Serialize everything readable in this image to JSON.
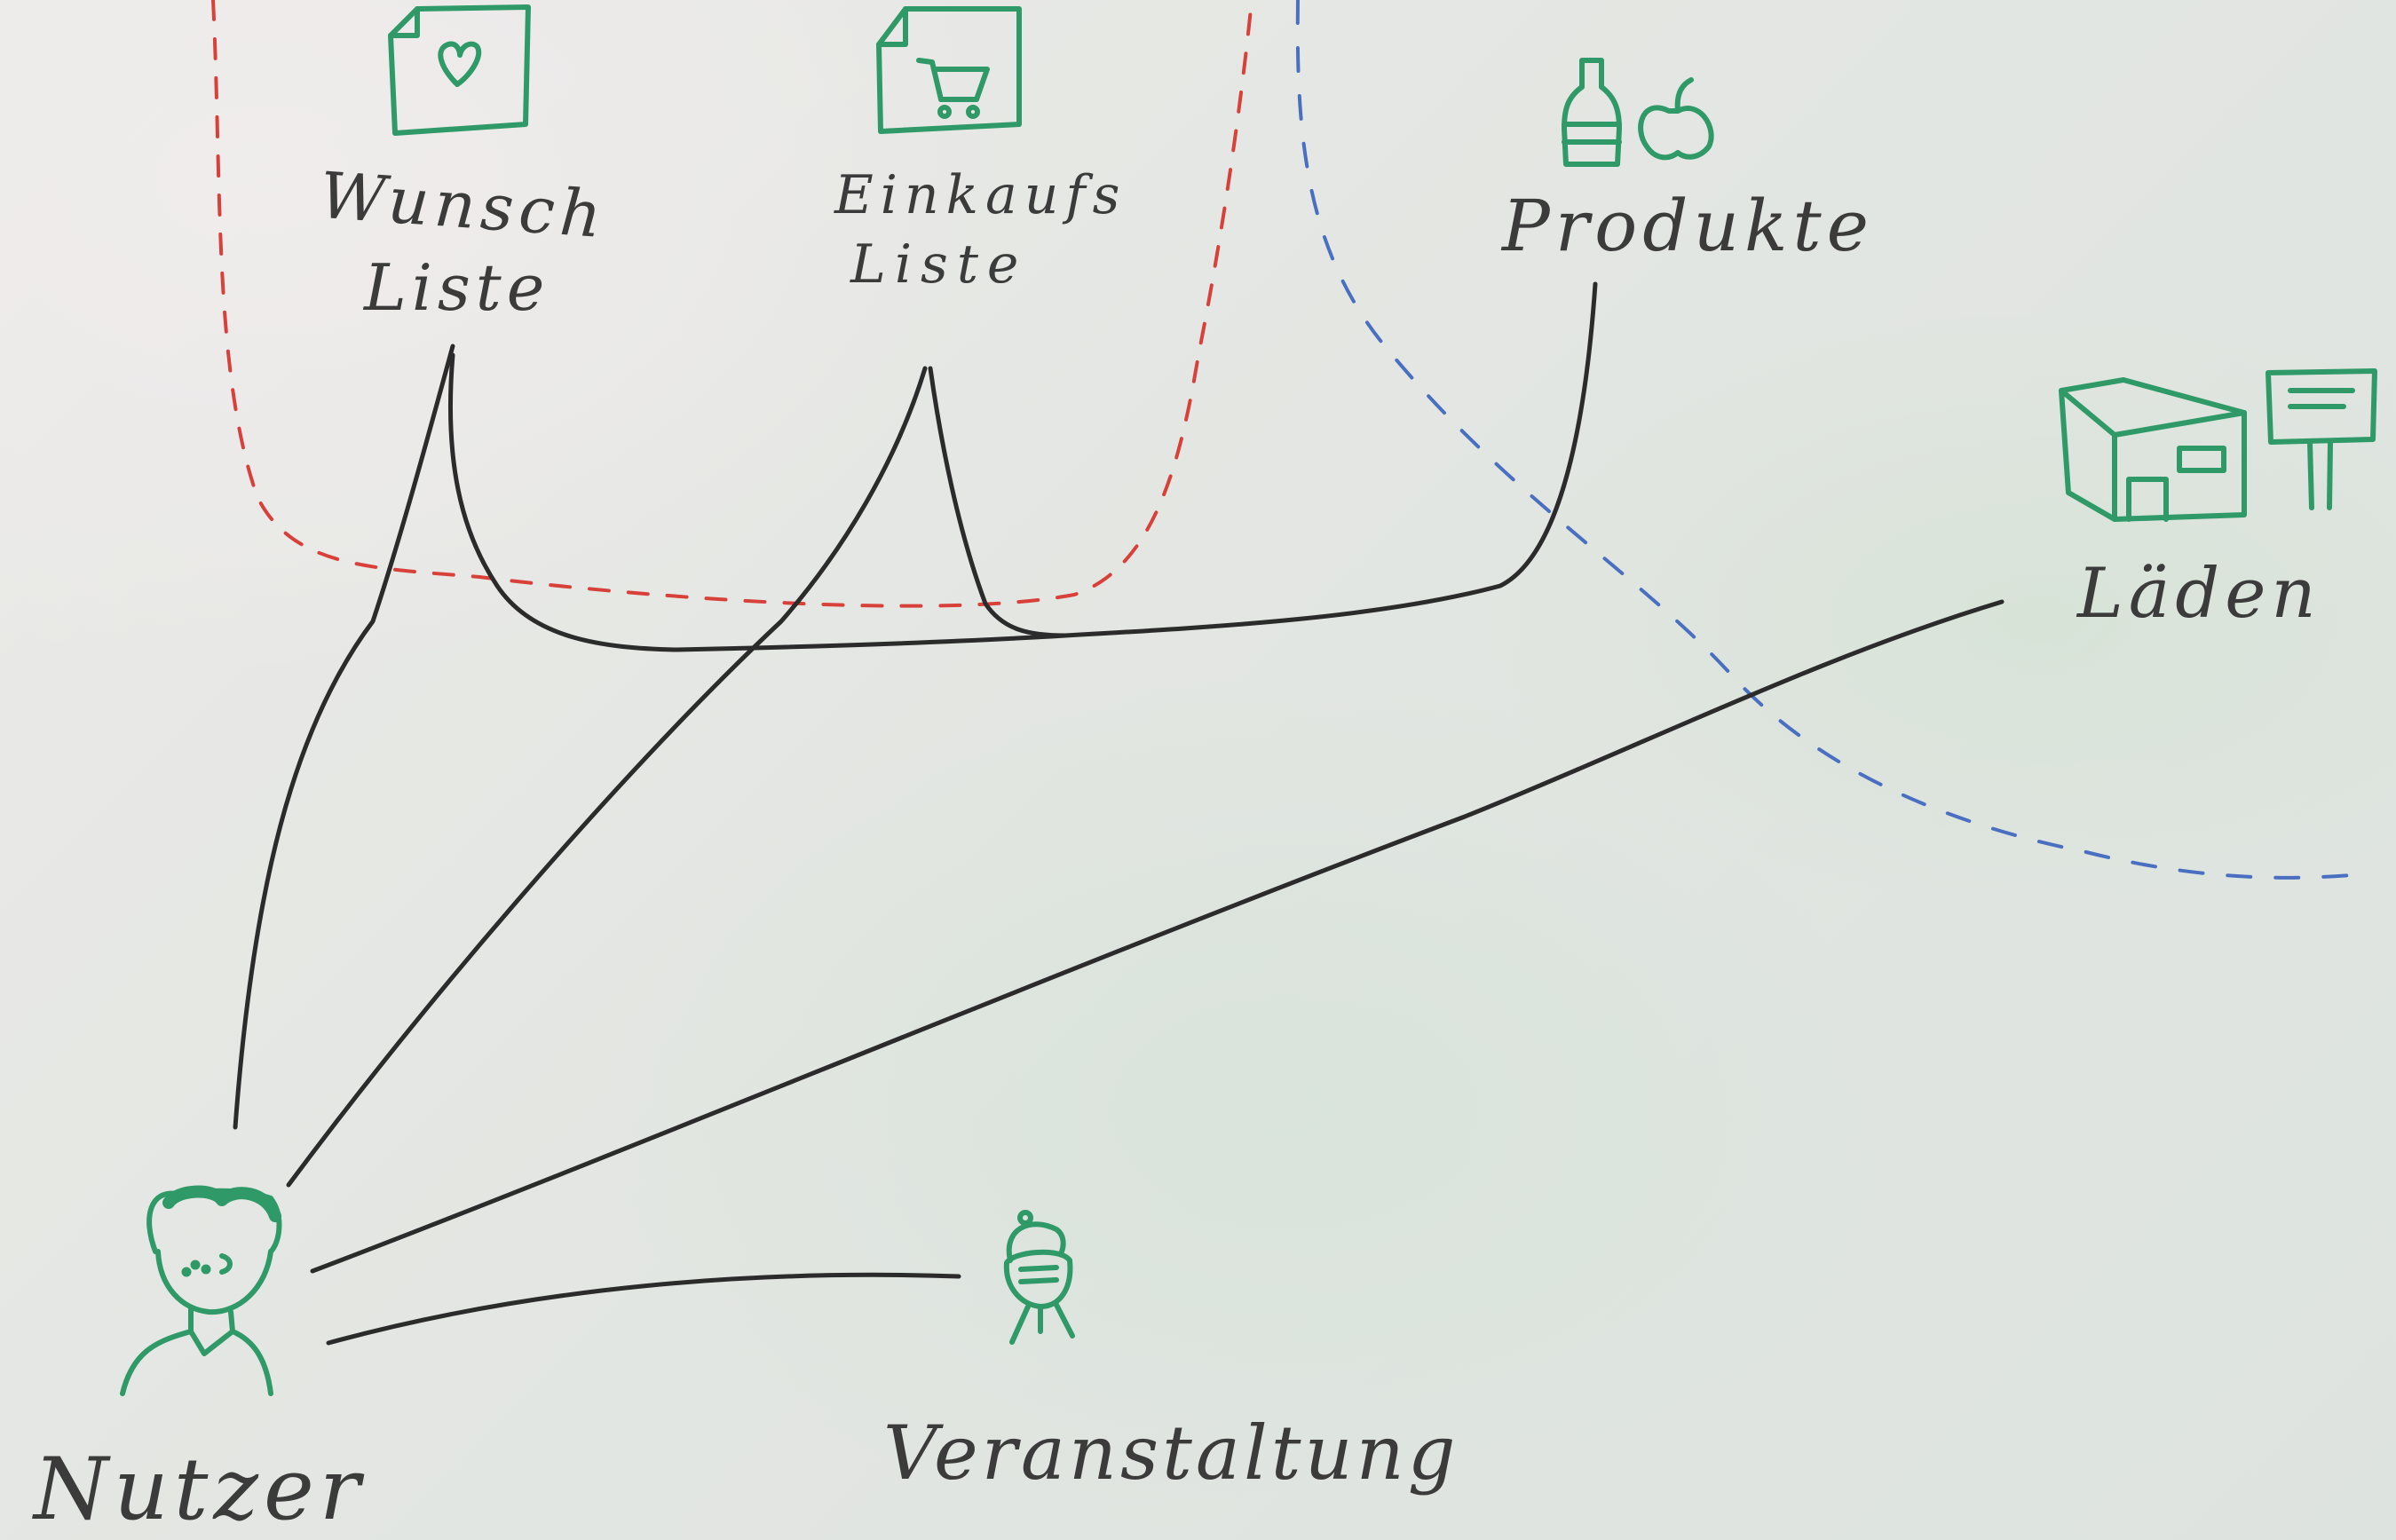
{
  "nodes": {
    "wunschliste": {
      "line1": "Wunsch",
      "line2": "Liste",
      "icon": "heart-page-icon"
    },
    "einkaufsliste": {
      "line1": "Einkaufs",
      "line2": "Liste",
      "icon": "shopping-cart-page-icon"
    },
    "produkte": {
      "label": "Produkte",
      "icon": "bottle-apple-icon"
    },
    "laeden": {
      "label": "Läden",
      "icon": "shop-sign-icon"
    },
    "nutzer": {
      "label": "Nutzer",
      "icon": "person-icon"
    },
    "veranstaltung": {
      "label": "Veranstaltung",
      "icon": "grill-icon"
    }
  },
  "colors": {
    "marker_black": "#2b2b2b",
    "marker_green": "#2f9a67",
    "marker_red": "#d8403a",
    "marker_blue": "#4a6fc0"
  }
}
